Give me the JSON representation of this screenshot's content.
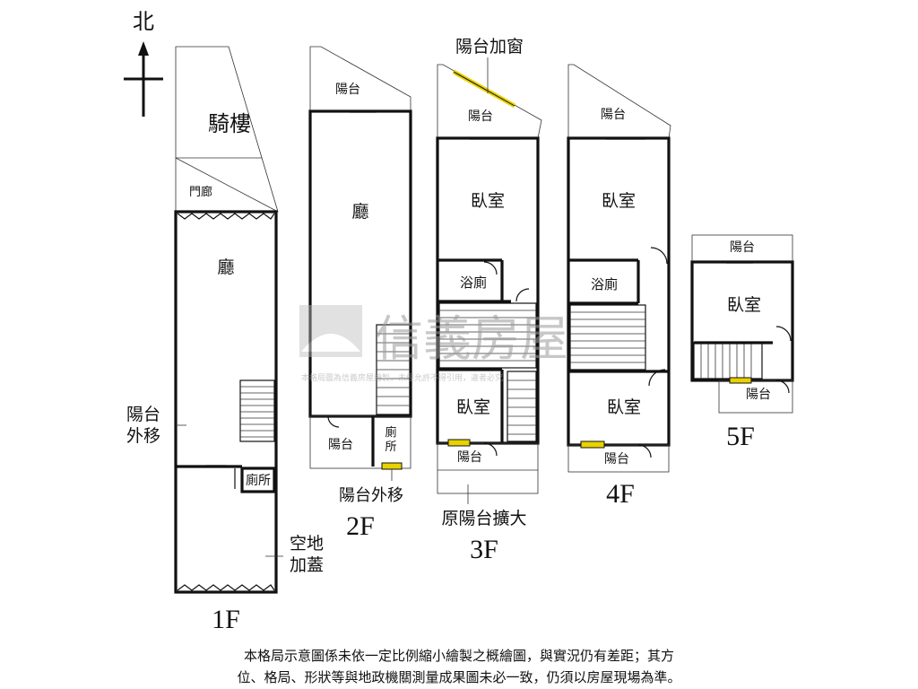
{
  "compass": {
    "north": "北"
  },
  "floors": {
    "f1": {
      "label": "1F",
      "arcade": "騎樓",
      "porch": "門廊",
      "hall": "廳",
      "toilet": "廁所",
      "balcony_moved": "陽台\n外移",
      "open_space": "空地\n加蓋"
    },
    "f2": {
      "label": "2F",
      "balcony_top": "陽台",
      "hall": "廳",
      "balcony_bottom": "陽台",
      "toilet": "廁\n所",
      "balcony_moved": "陽台外移"
    },
    "f3": {
      "label": "3F",
      "window_note": "陽台加窗",
      "balcony_top": "陽台",
      "bedroom_top": "臥室",
      "bath": "浴廁",
      "bedroom_bottom": "臥室",
      "balcony_bottom": "陽台",
      "expanded_note": "原陽台擴大"
    },
    "f4": {
      "label": "4F",
      "balcony_top": "陽台",
      "bedroom_top": "臥室",
      "bath": "浴廁",
      "bedroom_bottom": "臥室",
      "balcony_bottom": "陽台"
    },
    "f5": {
      "label": "5F",
      "balcony_top": "陽台",
      "bedroom": "臥室",
      "balcony_bottom": "陽台"
    }
  },
  "watermark": {
    "brand": "信義房屋",
    "sub": "本格局圖為信義房屋繪製，未經允許不得引用，違者必究"
  },
  "disclaimer": {
    "line1": "本格局示意圖係未依一定比例縮小繪製之概繪圖，與實況仍有差距；其方",
    "line2": "位、格局、形狀等與地政機關測量成果圖未必一致，仍須以房屋現場為準。"
  },
  "colors": {
    "window": "#e8d200",
    "walls": "#111111"
  }
}
